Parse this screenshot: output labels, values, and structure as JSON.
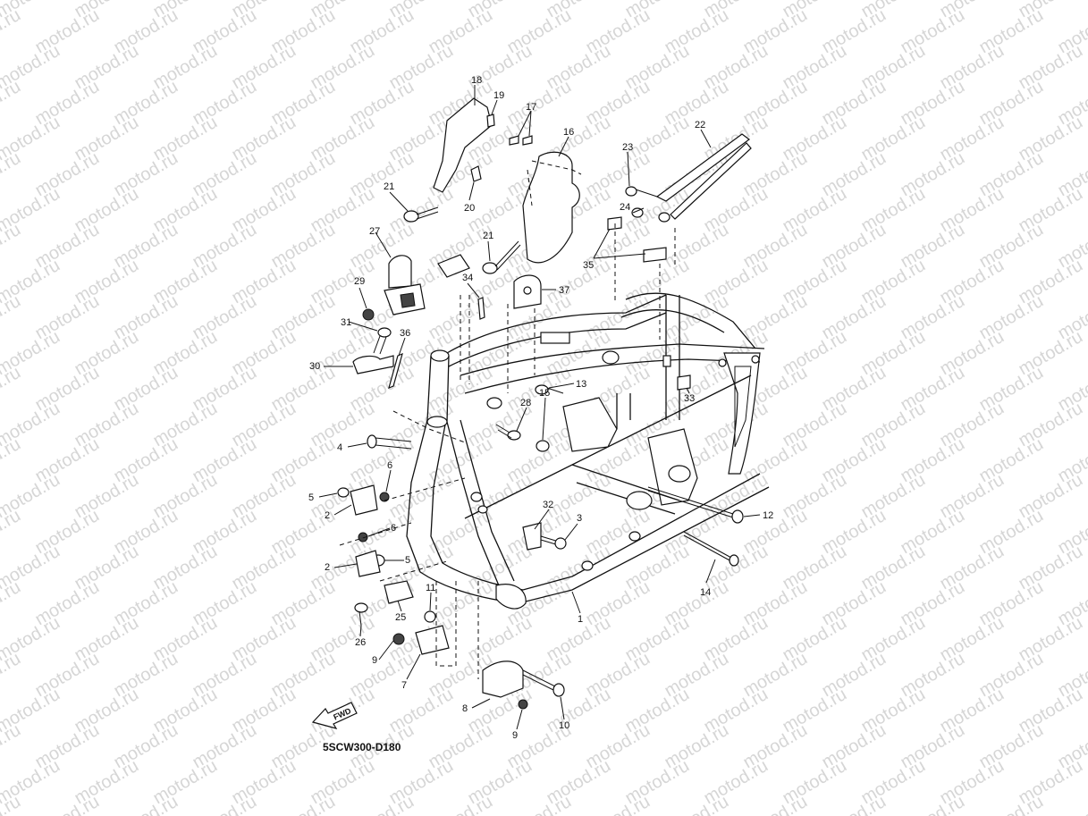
{
  "diagram_code": "5SCW300-D180",
  "fwd_label": "FWD",
  "watermark_text": "motod.ru",
  "callouts": [
    {
      "id": "1",
      "label": "1"
    },
    {
      "id": "2a",
      "label": "2"
    },
    {
      "id": "2b",
      "label": "2"
    },
    {
      "id": "3",
      "label": "3"
    },
    {
      "id": "4",
      "label": "4"
    },
    {
      "id": "5a",
      "label": "5"
    },
    {
      "id": "5b",
      "label": "5"
    },
    {
      "id": "6a",
      "label": "6"
    },
    {
      "id": "6b",
      "label": "6"
    },
    {
      "id": "7",
      "label": "7"
    },
    {
      "id": "8",
      "label": "8"
    },
    {
      "id": "9a",
      "label": "9"
    },
    {
      "id": "9b",
      "label": "9"
    },
    {
      "id": "10",
      "label": "10"
    },
    {
      "id": "11",
      "label": "11"
    },
    {
      "id": "12",
      "label": "12"
    },
    {
      "id": "13",
      "label": "13"
    },
    {
      "id": "14",
      "label": "14"
    },
    {
      "id": "15",
      "label": "15"
    },
    {
      "id": "16",
      "label": "16"
    },
    {
      "id": "17",
      "label": "17"
    },
    {
      "id": "18",
      "label": "18"
    },
    {
      "id": "19",
      "label": "19"
    },
    {
      "id": "20",
      "label": "20"
    },
    {
      "id": "21a",
      "label": "21"
    },
    {
      "id": "21b",
      "label": "21"
    },
    {
      "id": "22",
      "label": "22"
    },
    {
      "id": "23",
      "label": "23"
    },
    {
      "id": "24",
      "label": "24"
    },
    {
      "id": "25",
      "label": "25"
    },
    {
      "id": "26",
      "label": "26"
    },
    {
      "id": "27",
      "label": "27"
    },
    {
      "id": "28",
      "label": "28"
    },
    {
      "id": "29",
      "label": "29"
    },
    {
      "id": "30",
      "label": "30"
    },
    {
      "id": "31",
      "label": "31"
    },
    {
      "id": "32",
      "label": "32"
    },
    {
      "id": "33",
      "label": "33"
    },
    {
      "id": "34",
      "label": "34"
    },
    {
      "id": "35",
      "label": "35"
    },
    {
      "id": "36",
      "label": "36"
    },
    {
      "id": "37",
      "label": "37"
    }
  ]
}
